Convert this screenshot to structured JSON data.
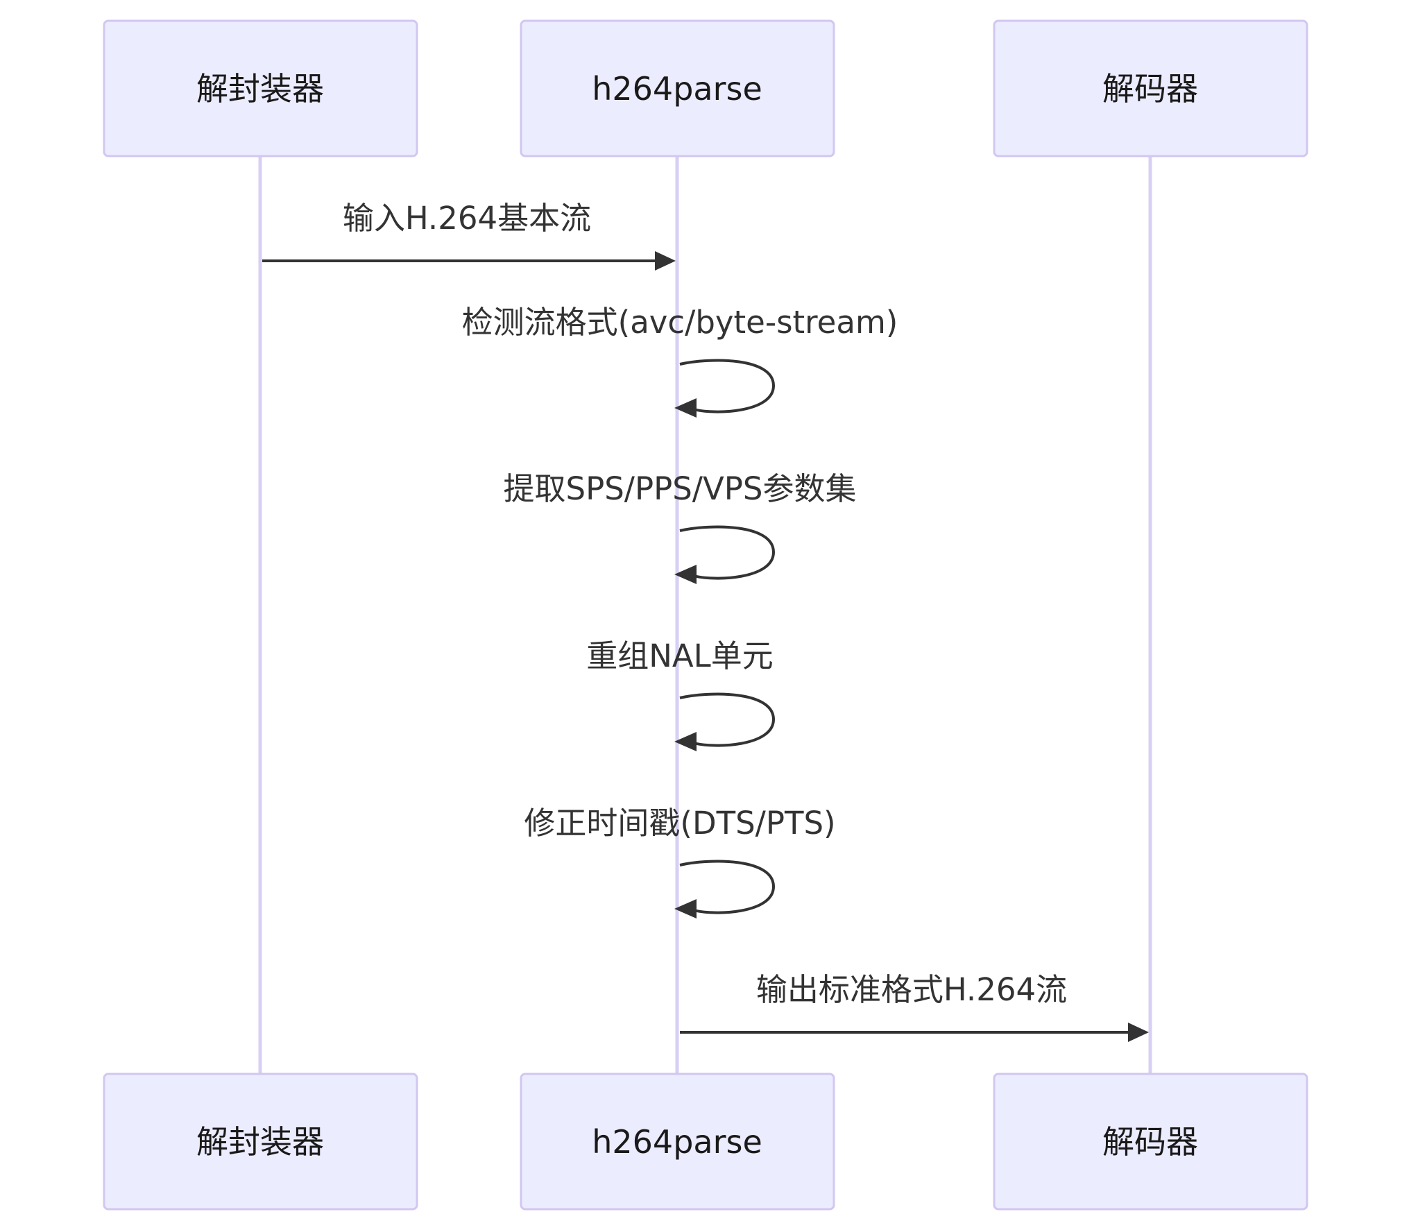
{
  "participants": [
    {
      "id": "demux",
      "label": "解封装器"
    },
    {
      "id": "parser",
      "label": "h264parse"
    },
    {
      "id": "decoder",
      "label": "解码器"
    }
  ],
  "messages": [
    {
      "from": "demux",
      "to": "parser",
      "label": "输入H.264基本流"
    },
    {
      "from": "parser",
      "to": "parser",
      "label": "检测流格式(avc/byte-stream)"
    },
    {
      "from": "parser",
      "to": "parser",
      "label": "提取SPS/PPS/VPS参数集"
    },
    {
      "from": "parser",
      "to": "parser",
      "label": "重组NAL单元"
    },
    {
      "from": "parser",
      "to": "parser",
      "label": "修正时间戳(DTS/PTS)"
    },
    {
      "from": "parser",
      "to": "decoder",
      "label": "输出标准格式H.264流"
    }
  ]
}
